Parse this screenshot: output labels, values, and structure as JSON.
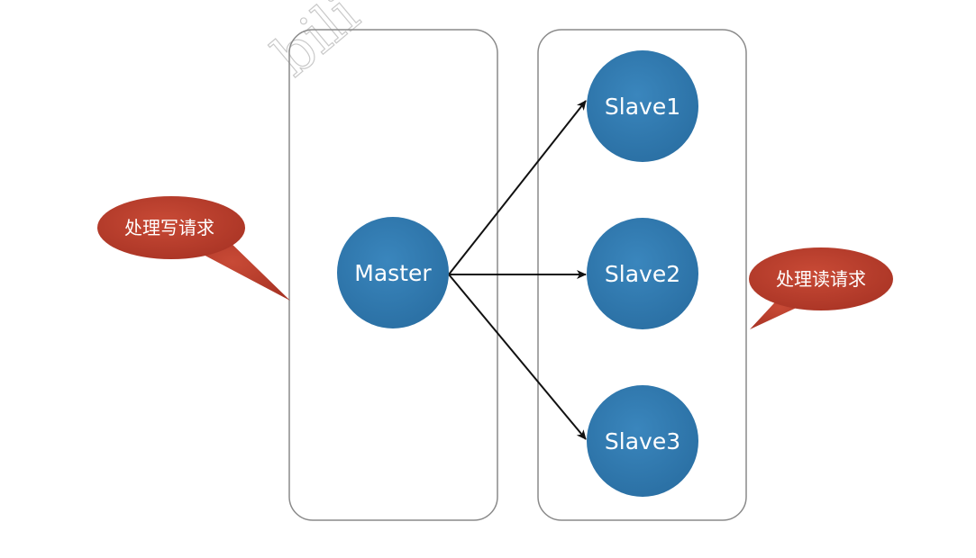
{
  "diagram": {
    "master": {
      "label": "Master"
    },
    "slaves": [
      {
        "label": "Slave1"
      },
      {
        "label": "Slave2"
      },
      {
        "label": "Slave3"
      }
    ],
    "callouts": {
      "write": {
        "label": "处理写请求"
      },
      "read": {
        "label": "处理读请求"
      }
    },
    "watermark": "bili",
    "colors": {
      "node_fill": "#2f78ad",
      "callout_fill": "#b83d2b",
      "group_border": "#8a8a8a",
      "arrow": "#111111"
    }
  }
}
